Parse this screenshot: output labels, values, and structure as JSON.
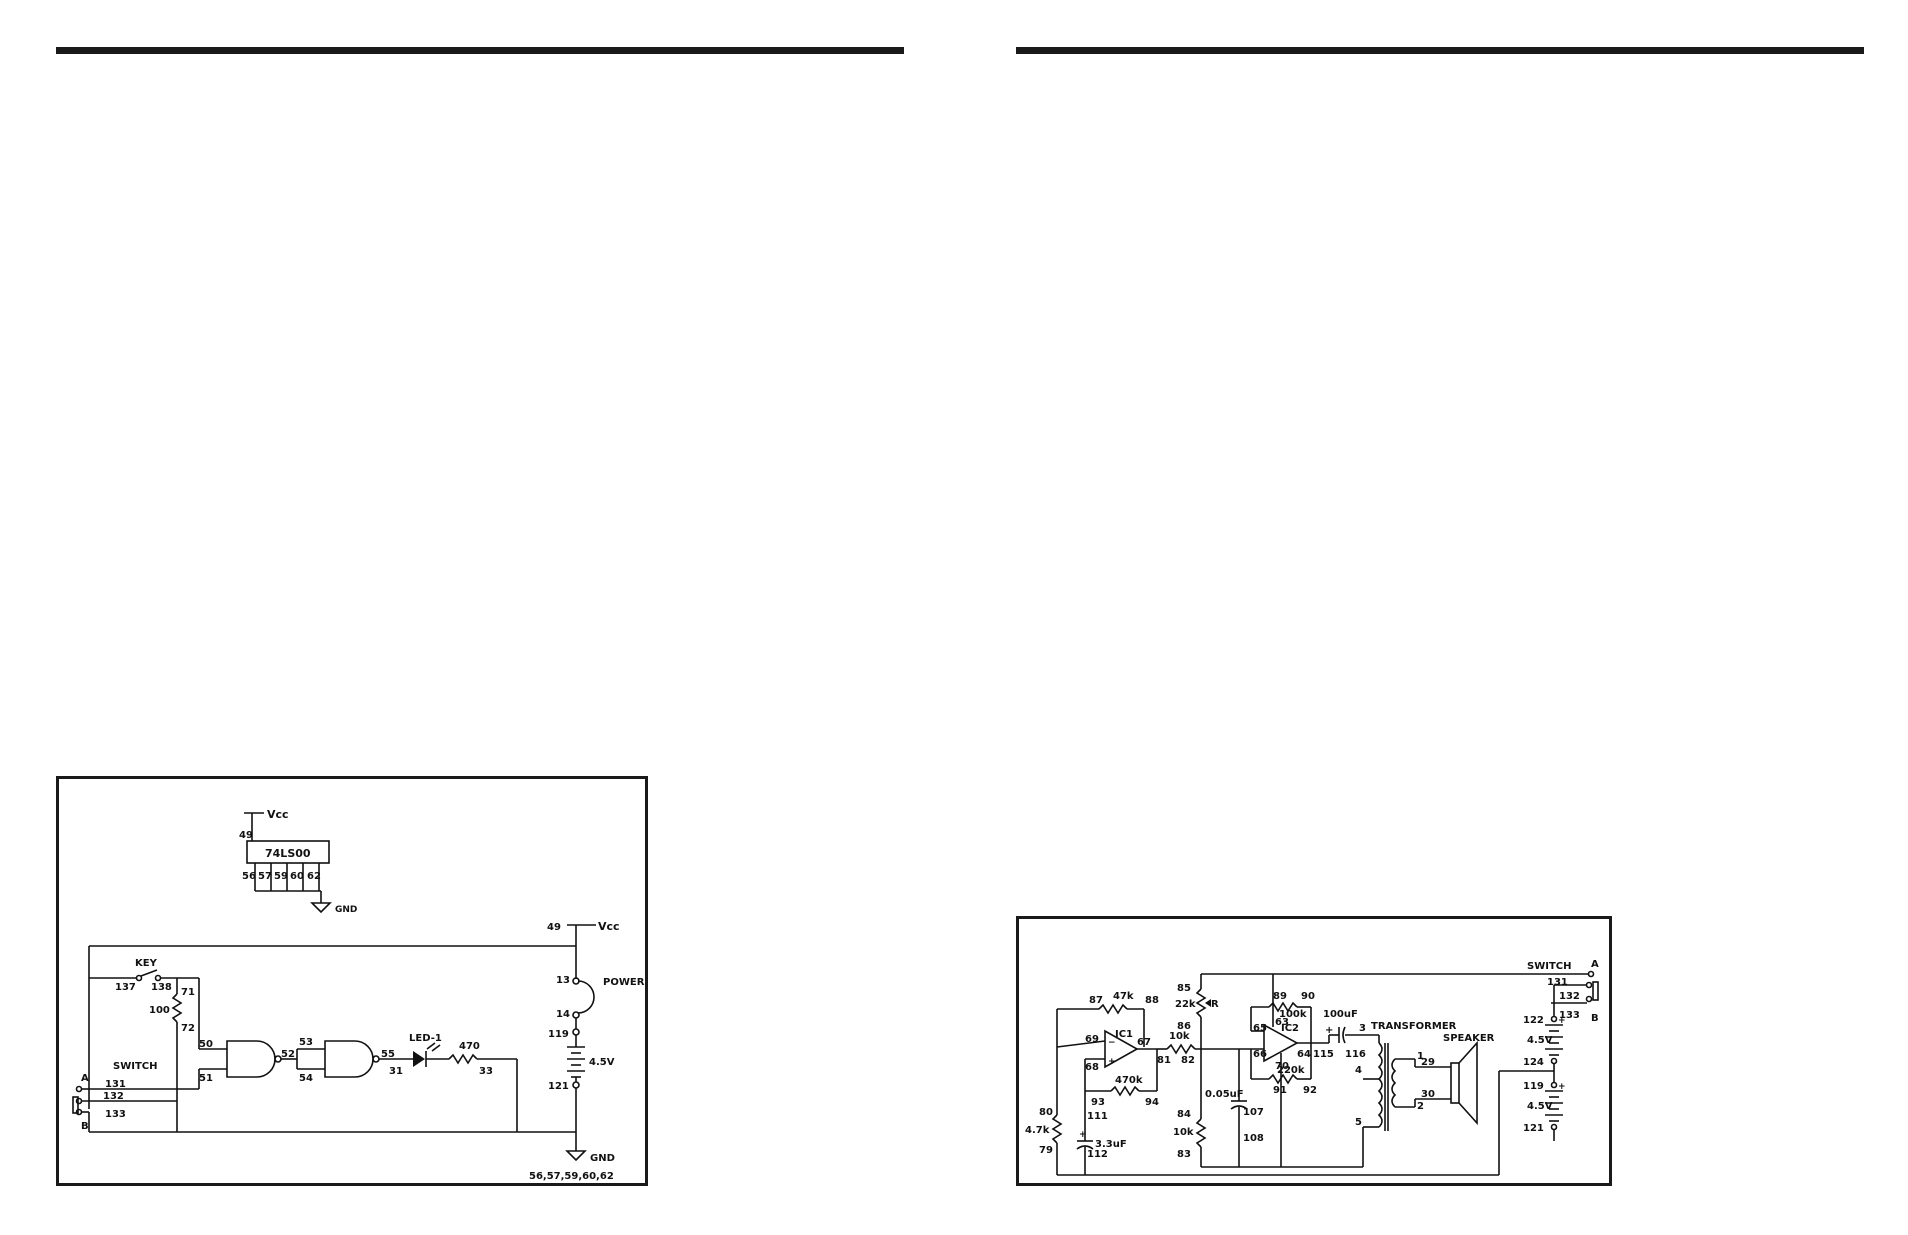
{
  "left_schematic": {
    "chip": "74LS00",
    "vcc_top": "Vcc",
    "vcc_top_pin": "49",
    "chip_pins": [
      "56",
      "57",
      "59",
      "60",
      "62"
    ],
    "gnd_top": "GND",
    "vcc_main_pin": "49",
    "vcc_main": "Vcc",
    "key": "KEY",
    "key_pins": [
      "137",
      "138"
    ],
    "r100_pins": [
      "71",
      "72"
    ],
    "r100": "100",
    "power": "POWER",
    "power_pins": [
      "13",
      "14"
    ],
    "switch": "SWITCH",
    "switch_a": "A",
    "switch_b": "B",
    "switch_pins": [
      "131",
      "132",
      "133"
    ],
    "gate1_pins": [
      "50",
      "51",
      "52"
    ],
    "gate2_pins": [
      "53",
      "54",
      "55"
    ],
    "led": "LED-1",
    "led_pin": "31",
    "r470": "470",
    "r470_pin": "33",
    "battery_pins": [
      "119",
      "121"
    ],
    "battery": "4.5V",
    "gnd": "GND",
    "gnd_pins": "56,57,59,60,62"
  },
  "right_schematic": {
    "switch": "SWITCH",
    "switch_a": "A",
    "switch_b": "B",
    "switch_pins": [
      "131",
      "132",
      "133"
    ],
    "ic1": "IC1",
    "ic2": "IC2",
    "r47k": "47k",
    "r47k_pins": [
      "87",
      "88"
    ],
    "r470k": "470k",
    "r470k_pins": [
      "93",
      "94"
    ],
    "ic1_pins": [
      "69",
      "68",
      "67"
    ],
    "r10k_a": "10k",
    "r10k_a_pins": [
      "81",
      "82"
    ],
    "pot": "22k",
    "pot_r": "R",
    "pot_pins": [
      "85",
      "86"
    ],
    "r10k_b": "10k",
    "r10k_b_pins": [
      "84",
      "83"
    ],
    "c005": "0.05uF",
    "c005_pins": [
      "107",
      "108"
    ],
    "r100k": "100k",
    "r100k_pins": [
      "89",
      "90"
    ],
    "r220k": "220k",
    "r220k_pins": [
      "91",
      "92"
    ],
    "ic2_pins": [
      "65",
      "66",
      "63",
      "70",
      "64"
    ],
    "c100": "100uF",
    "c100_pins": [
      "115",
      "116",
      "3"
    ],
    "transformer": "TRANSFORMER",
    "transformer_pins": [
      "1",
      "2",
      "4",
      "5"
    ],
    "speaker": "SPEAKER",
    "speaker_pins": [
      "29",
      "30"
    ],
    "r47": "4.7k",
    "r47_pins": [
      "80",
      "79"
    ],
    "c33": "3.3uF",
    "c33_pins": [
      "111",
      "112"
    ],
    "bat1": "4.5V",
    "bat1_pins": [
      "122",
      "124"
    ],
    "bat2": "4.5V",
    "bat2_pins": [
      "119",
      "121"
    ]
  }
}
